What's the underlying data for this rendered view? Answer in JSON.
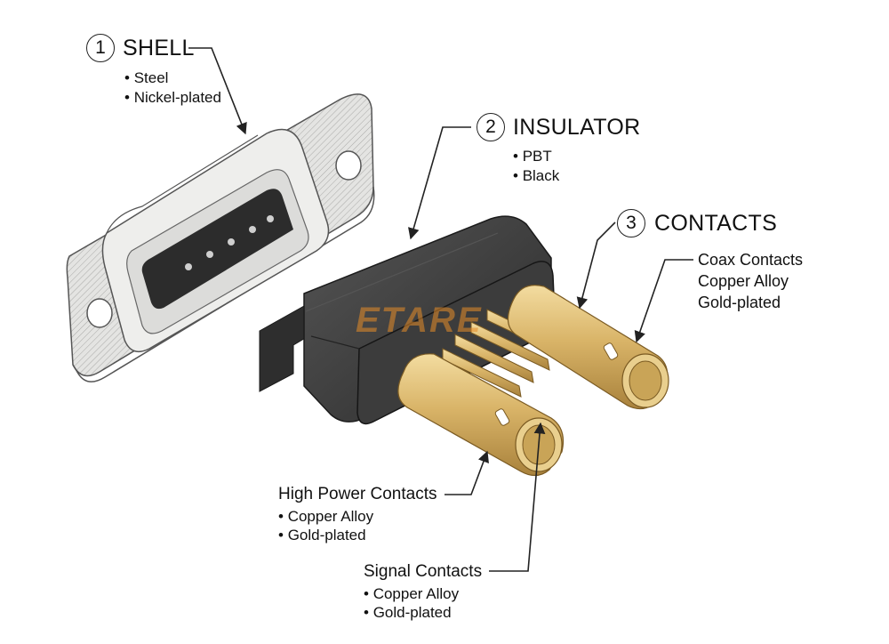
{
  "watermark": "ETARE",
  "parts": [
    {
      "number": "1",
      "title": "SHELL",
      "specs": [
        "Steel",
        "Nickel-plated"
      ],
      "icon": "shell-connector-illustration"
    },
    {
      "number": "2",
      "title": "INSULATOR",
      "specs": [
        "PBT",
        "Black"
      ],
      "icon": "insulator-block-illustration"
    },
    {
      "number": "3",
      "title": "CONTACTS",
      "icon": "contacts-illustration"
    }
  ],
  "coax": {
    "lines": [
      "Coax Contacts",
      "Copper Alloy",
      "Gold-plated"
    ]
  },
  "high_power": {
    "title": "High Power Contacts",
    "specs": [
      "Copper Alloy",
      "Gold-plated"
    ]
  },
  "signal": {
    "title": "Signal Contacts",
    "specs": [
      "Copper Alloy",
      "Gold-plated"
    ]
  },
  "colors": {
    "shell": "#d8d8d6",
    "insulator": "#3a3a3a",
    "gold": "#d8b46a",
    "watermark": "#e68c28"
  }
}
